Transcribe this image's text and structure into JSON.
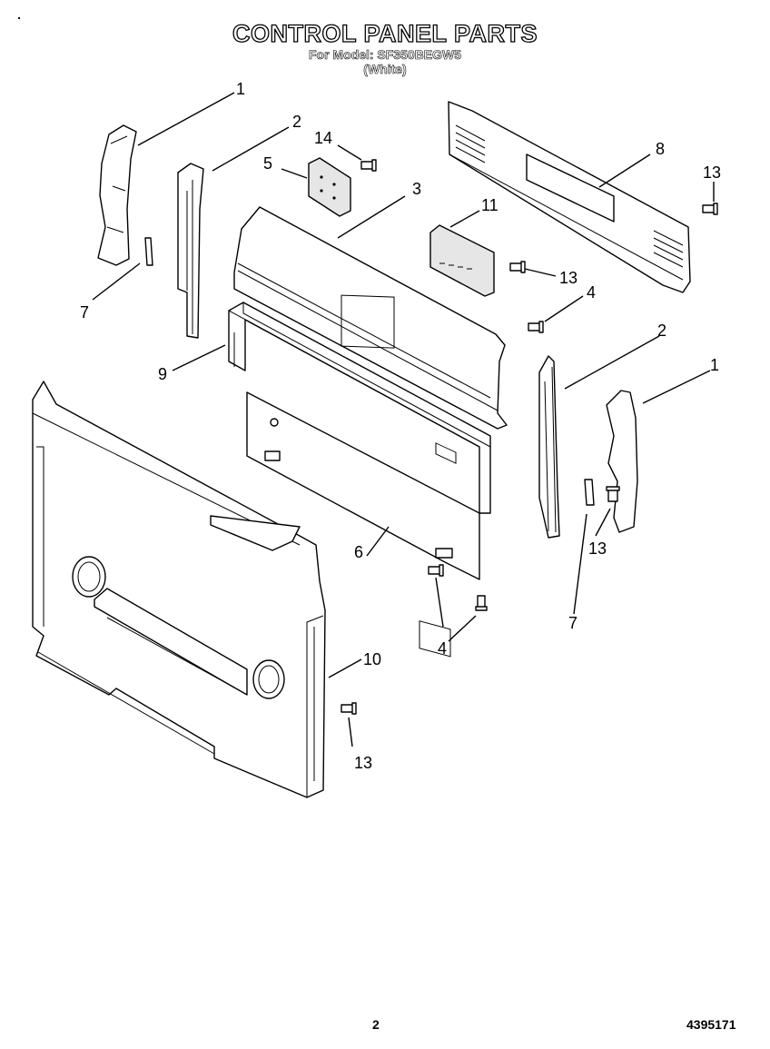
{
  "header": {
    "title": "CONTROL PANEL PARTS",
    "subtitle": "For Model: SF350BEGW5",
    "variant": "(White)"
  },
  "footer": {
    "page_number": "2",
    "doc_number": "4395171"
  },
  "callouts": {
    "c1a": "1",
    "c2a": "2",
    "c14": "14",
    "c5": "5",
    "c3": "3",
    "c8": "8",
    "c13a": "13",
    "c11": "11",
    "c13b": "13",
    "c4a": "4",
    "c7a": "7",
    "c2b": "2",
    "c1b": "1",
    "c9": "9",
    "c13c": "13",
    "c6": "6",
    "c7b": "7",
    "c4b": "4",
    "c10": "10",
    "c13d": "13"
  }
}
